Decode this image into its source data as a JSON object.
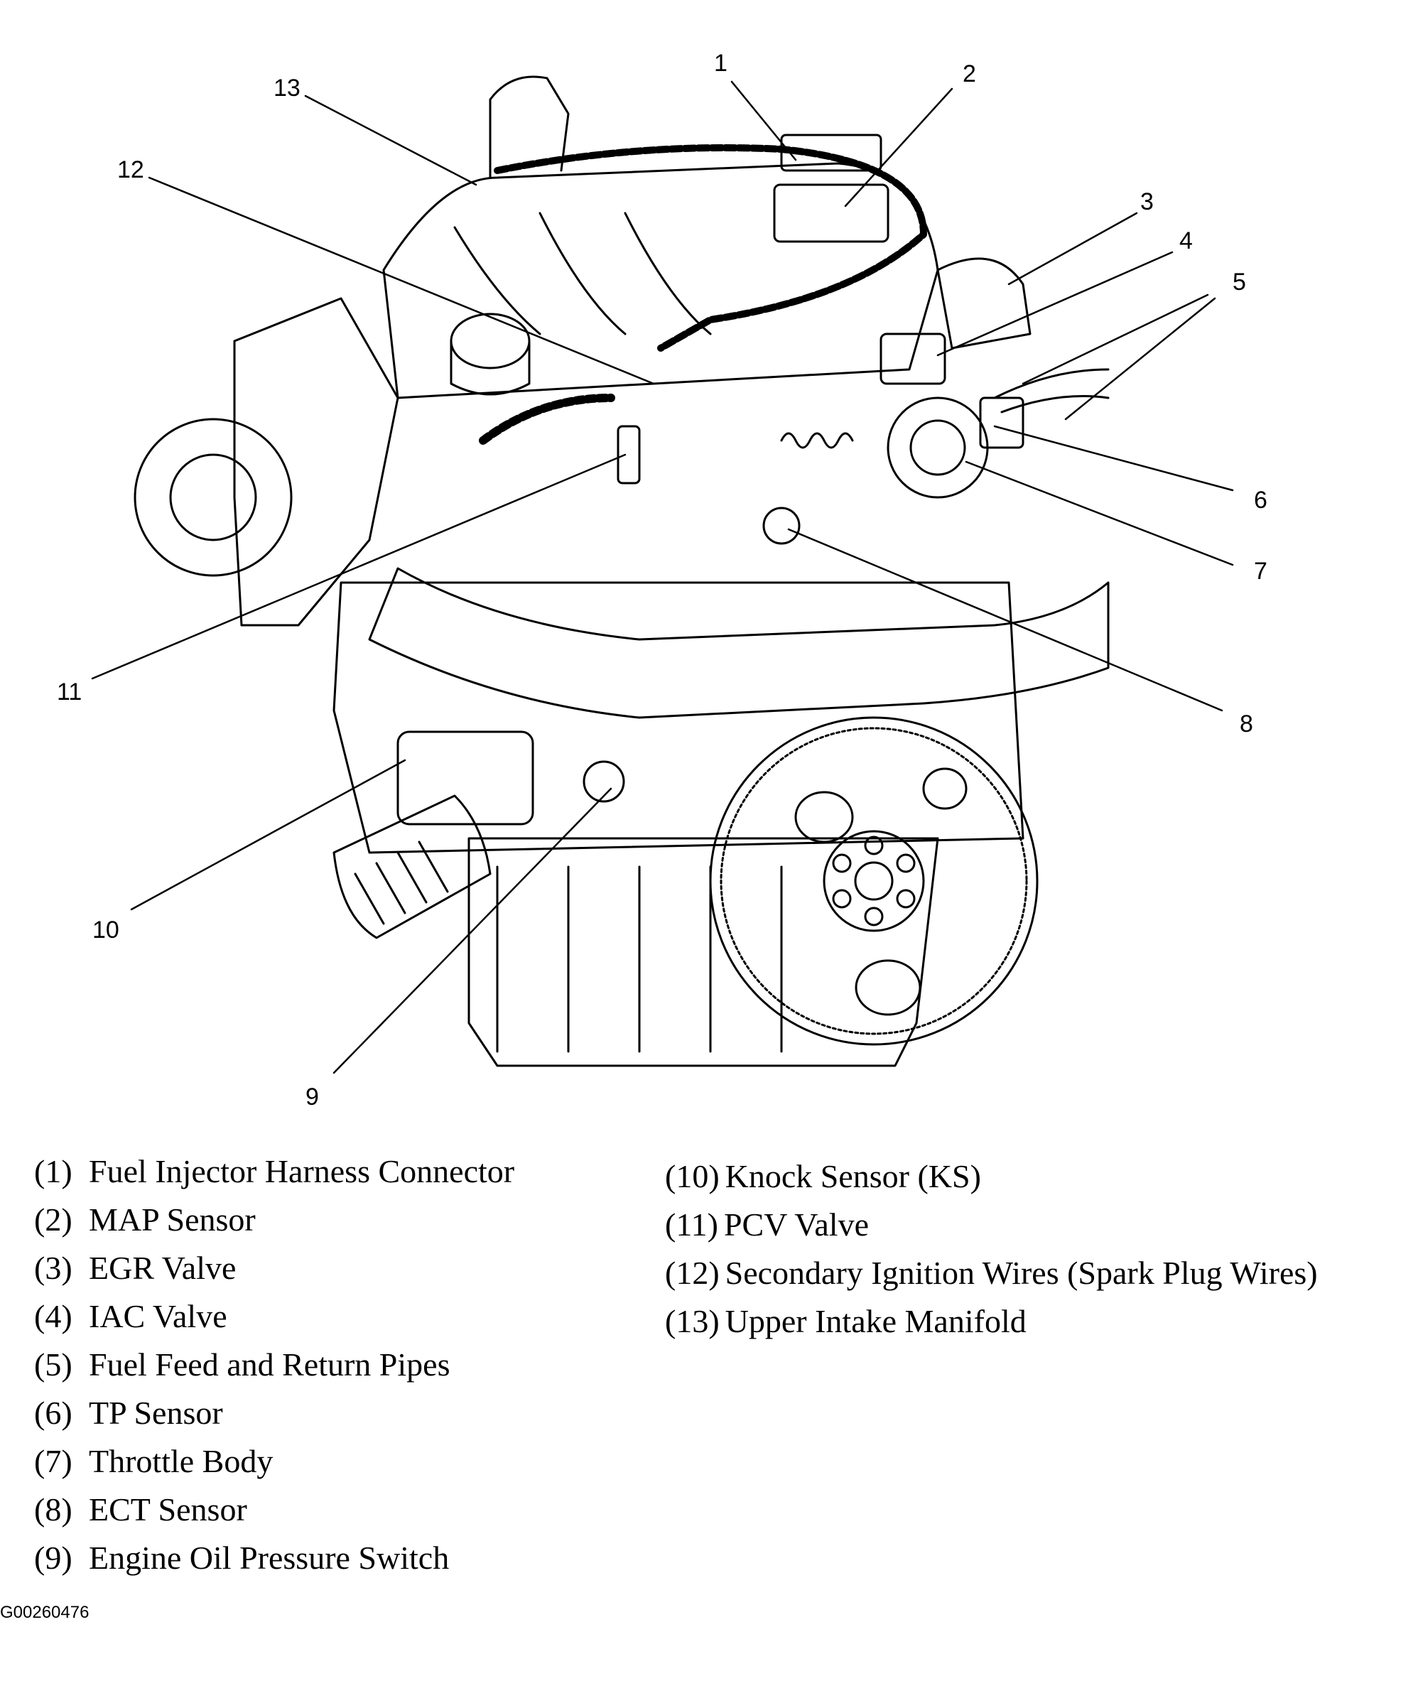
{
  "callouts": [
    "1",
    "2",
    "3",
    "4",
    "5",
    "6",
    "7",
    "8",
    "9",
    "10",
    "11",
    "12",
    "13"
  ],
  "legend_left": [
    {
      "key": "(1)",
      "label": "Fuel Injector Harness Connector"
    },
    {
      "key": "(2)",
      "label": "MAP Sensor"
    },
    {
      "key": "(3)",
      "label": "EGR Valve"
    },
    {
      "key": "(4)",
      "label": "IAC Valve"
    },
    {
      "key": "(5)",
      "label": "Fuel Feed and Return Pipes"
    },
    {
      "key": "(6)",
      "label": "TP Sensor"
    },
    {
      "key": "(7)",
      "label": "Throttle Body"
    },
    {
      "key": "(8)",
      "label": "ECT Sensor"
    },
    {
      "key": "(9)",
      "label": "Engine Oil Pressure Switch"
    }
  ],
  "legend_right": [
    {
      "key": "(10)",
      "label": "Knock Sensor (KS)"
    },
    {
      "key": "(11)",
      "label": "PCV Valve"
    },
    {
      "key": "(12)",
      "label": "Secondary Ignition Wires (Spark Plug Wires)"
    },
    {
      "key": "(13)",
      "label": "Upper Intake Manifold"
    }
  ],
  "figure_id": "G00260476"
}
